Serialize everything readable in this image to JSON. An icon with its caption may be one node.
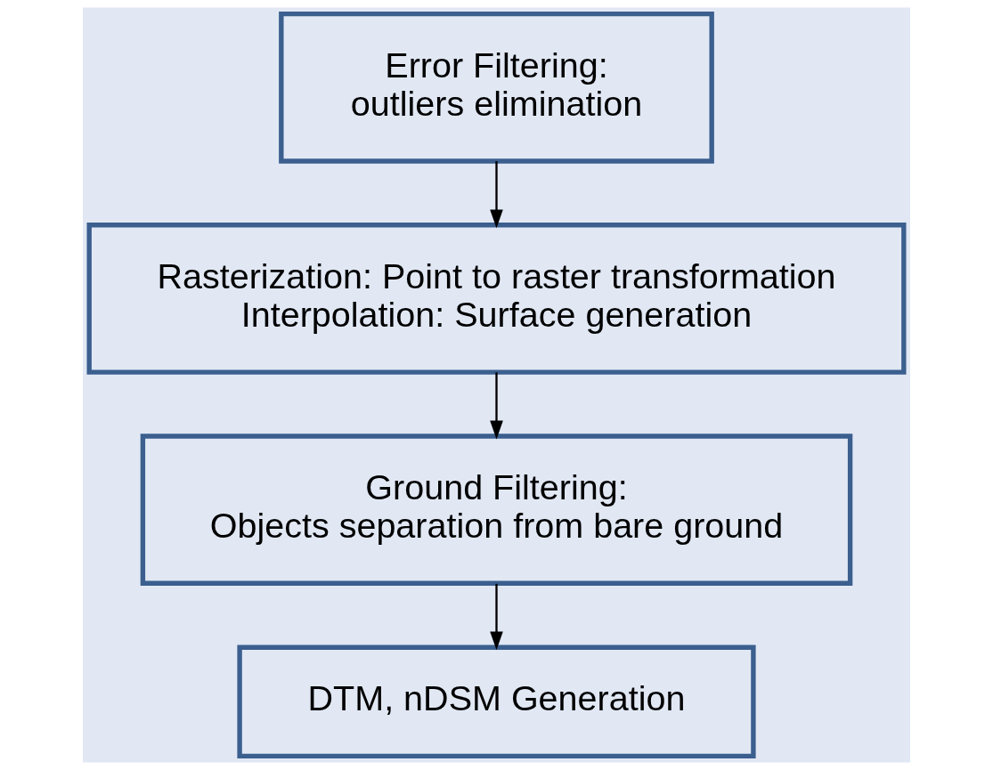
{
  "diagram": {
    "nodes": [
      {
        "text": [
          "Error Filtering:",
          "outliers elimination"
        ]
      },
      {
        "text": [
          "Rasterization: Point to raster transformation",
          "Interpolation: Surface generation"
        ]
      },
      {
        "text": [
          "Ground Filtering:",
          "Objects separation from bare ground"
        ]
      },
      {
        "text": [
          "DTM, nDSM Generation"
        ]
      }
    ],
    "edges": [
      {
        "from": 0,
        "to": 1,
        "arrow": "to"
      },
      {
        "from": 1,
        "to": 2,
        "arrow": "to"
      },
      {
        "from": 2,
        "to": 3,
        "arrow": "to"
      }
    ]
  }
}
